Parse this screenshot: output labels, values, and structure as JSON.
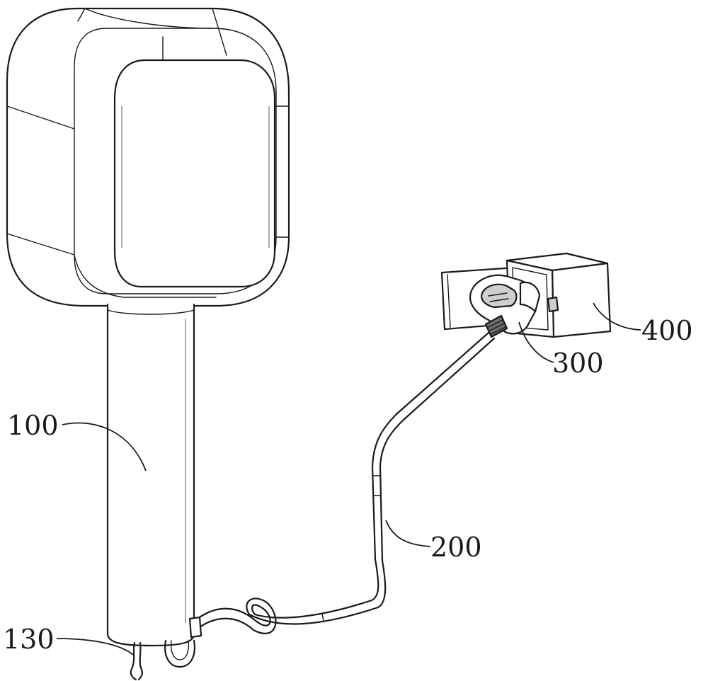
{
  "labels": {
    "handle": "100",
    "wire": "130",
    "hose": "200",
    "nozzle": "300",
    "holder": "400"
  }
}
